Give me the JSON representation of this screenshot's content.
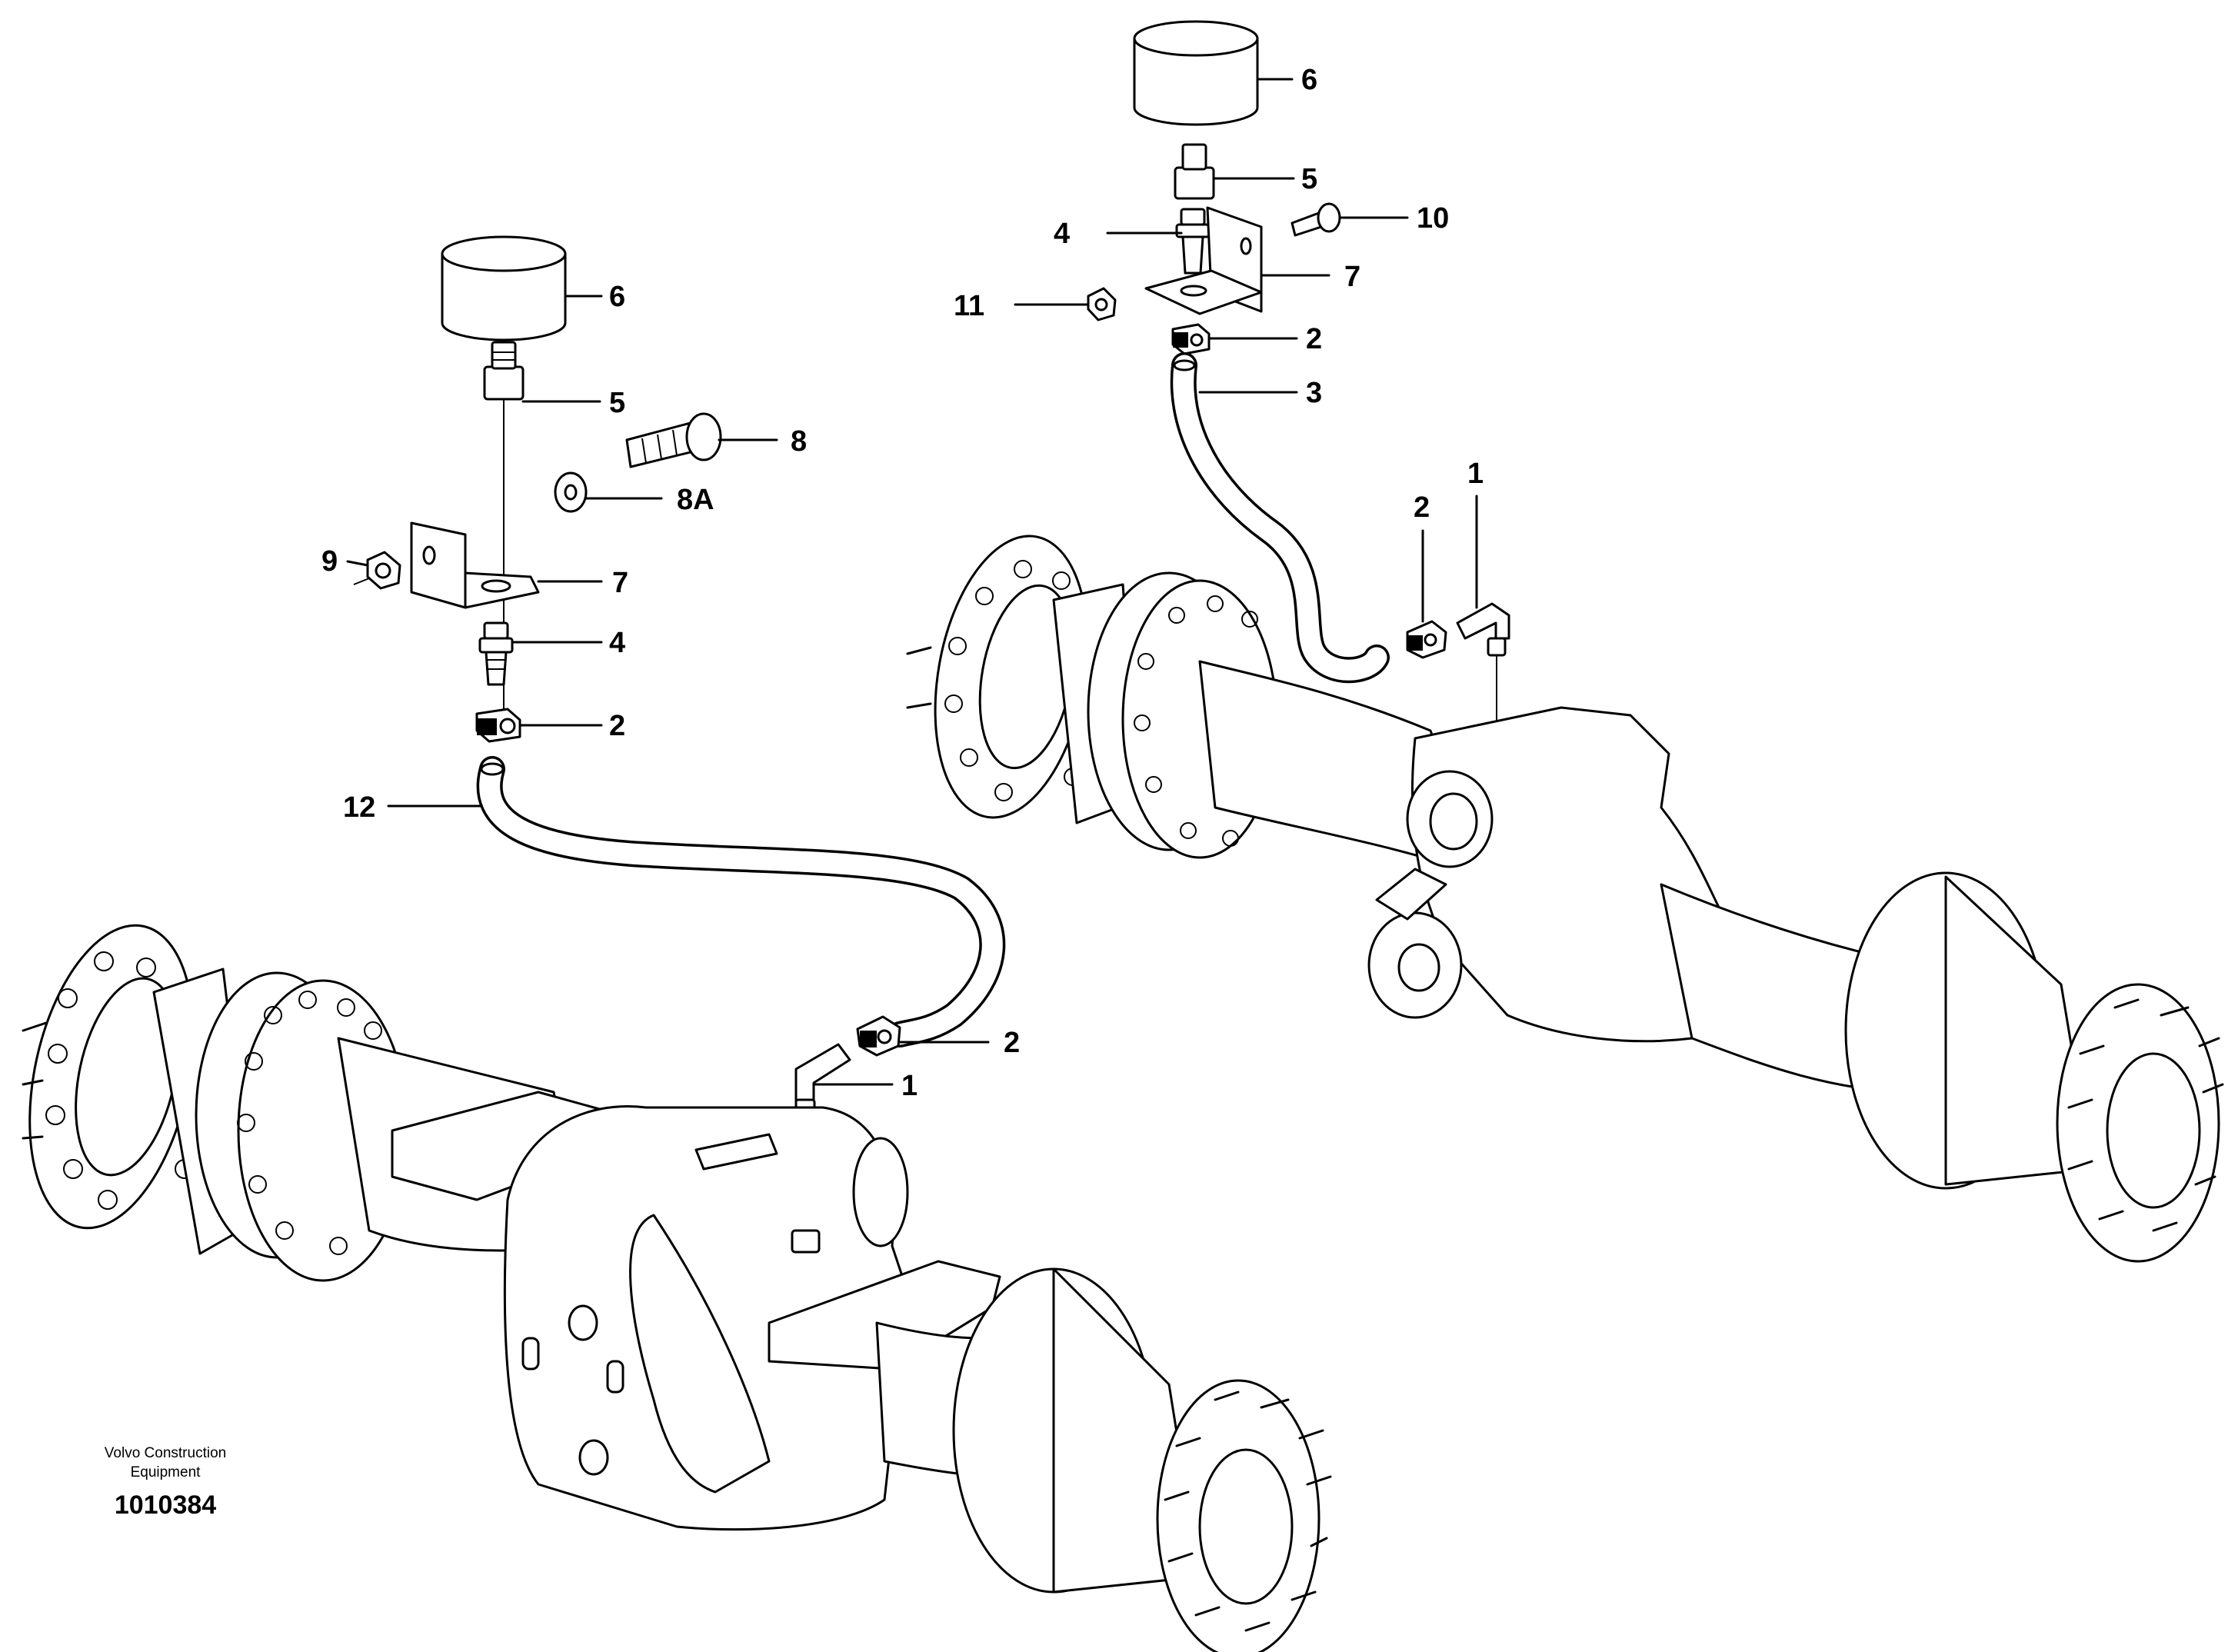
{
  "diagram": {
    "callouts_left": [
      {
        "id": "l6",
        "text": "6"
      },
      {
        "id": "l5",
        "text": "5"
      },
      {
        "id": "l8",
        "text": "8"
      },
      {
        "id": "l8a",
        "text": "8A"
      },
      {
        "id": "l9",
        "text": "9"
      },
      {
        "id": "l7",
        "text": "7"
      },
      {
        "id": "l4",
        "text": "4"
      },
      {
        "id": "l2a",
        "text": "2"
      },
      {
        "id": "l12",
        "text": "12"
      },
      {
        "id": "l2b",
        "text": "2"
      },
      {
        "id": "l1",
        "text": "1"
      }
    ],
    "callouts_right": [
      {
        "id": "r6",
        "text": "6"
      },
      {
        "id": "r5",
        "text": "5"
      },
      {
        "id": "r10",
        "text": "10"
      },
      {
        "id": "r4",
        "text": "4"
      },
      {
        "id": "r7",
        "text": "7"
      },
      {
        "id": "r11",
        "text": "11"
      },
      {
        "id": "r2a",
        "text": "2"
      },
      {
        "id": "r3",
        "text": "3"
      },
      {
        "id": "r2b",
        "text": "2"
      },
      {
        "id": "r1",
        "text": "1"
      }
    ],
    "credit_line1": "Volvo Construction",
    "credit_line2": "Equipment",
    "doc_number": "1010384"
  }
}
